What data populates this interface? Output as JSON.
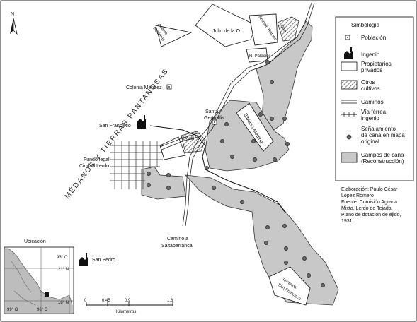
{
  "map": {
    "north_label": "N",
    "region_label": "MÉDANOS Y TIERRAS PANTANOSAS",
    "places": {
      "vicente_belderas": [
        "Vicente",
        "Belderas"
      ],
      "julio_de_la_o": "Julio de la O",
      "antonio_ramos": "Antonio Ramos",
      "otro": "Otro",
      "r_palacios": "R. Palacios",
      "colonia_mendez": "Colonia Méndez",
      "santa_gertrudis": [
        "Santa",
        "Gertrudis"
      ],
      "bibiano_medina": "Bibiano Medina",
      "san_francisco": "San Francisco",
      "arrocal": "Arrocal",
      "fundo_legal": [
        "Fundo legal",
        "Ciudad Lerdo"
      ],
      "camino_saltabarranca": [
        "Camino a",
        "Saltabarranca"
      ],
      "terrenos_san_francisco": [
        "Terrenos",
        "San Francisco"
      ]
    }
  },
  "legend": {
    "title": "Simbología",
    "items": [
      {
        "label": [
          "Población"
        ],
        "symbol": "square-dot-icon"
      },
      {
        "label": [
          "Ingenio"
        ],
        "symbol": "factory-icon"
      },
      {
        "label": [
          "Propietarios",
          "privados"
        ],
        "symbol": "white-rect"
      },
      {
        "label": [
          "Otros",
          "cultivos"
        ],
        "symbol": "hatched-rect"
      },
      {
        "label": [
          "Caminos"
        ],
        "symbol": "double-line"
      },
      {
        "label": [
          "Vía férrea",
          "ingenio"
        ],
        "symbol": "railway-line"
      },
      {
        "label": [
          "Señalamiento",
          "de caña en mapa",
          "original"
        ],
        "symbol": "dot"
      },
      {
        "label": [
          "Campos de caña",
          "(Reconstrucción)"
        ],
        "symbol": "gray-rect"
      }
    ]
  },
  "credits": [
    "Elaboración: Paulo César",
    "López Romero",
    "Fuente: Comisión Agraria",
    "Mixta, Lerdo de Tejada,",
    "Plano de dotación de ejido,",
    "1931"
  ],
  "inset": {
    "title": "Ubicación",
    "lon_labels": [
      "93° O",
      "99° O",
      "96° O"
    ],
    "lat_labels": [
      "21° N",
      "18° N"
    ],
    "town": "San Pedro"
  },
  "scale": {
    "ticks": [
      "0",
      "0.45",
      "0.9",
      "1.8"
    ],
    "unit": "Kilometros"
  },
  "colors": {
    "cane_fields": "#c8c8c8",
    "lines": "#222222",
    "dots": "#555555"
  }
}
